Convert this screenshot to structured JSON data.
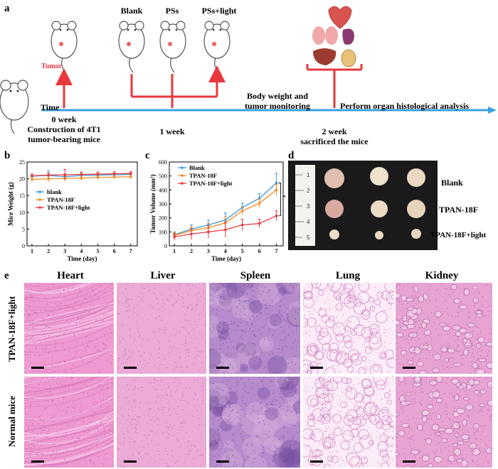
{
  "panel_letters": {
    "a": "a",
    "b": "b",
    "c": "c",
    "d": "d",
    "e": "e"
  },
  "timeline": {
    "tumor": "Tumor",
    "time": "Time",
    "week0": "0 week",
    "construction": "Construction of 4T1",
    "construction2": "tumor-bearing mice",
    "blank": "Blank",
    "pss": "PSs",
    "pss_light": "PSs+light",
    "week1": "1 week",
    "monitor1": "Body weight and",
    "monitor2": "tumor monitoring",
    "histology": "Perform organ histological analysis",
    "week2": "2 week",
    "sacrificed": "sacrificed the mice"
  },
  "photo_labels": [
    "Blank",
    "TPAN-18F",
    "TPAN-18F+light"
  ],
  "histology": {
    "organs": [
      "Heart",
      "Liver",
      "Spleen",
      "Lung",
      "Kidney"
    ],
    "rows": [
      "TPAN-18F+light",
      "Normal mice"
    ]
  },
  "chart_data": [
    {
      "type": "line",
      "xlabel": "Time (day)",
      "ylabel": "Mice Weight (g)",
      "xlim": [
        0.7,
        7.4
      ],
      "ylim": [
        0,
        25
      ],
      "xticks": [
        1,
        2,
        3,
        4,
        5,
        6,
        7
      ],
      "yticks": [
        0,
        5,
        10,
        15,
        20,
        25
      ],
      "legend_position": "center-right",
      "series": [
        {
          "name": "blank",
          "color": "#3a9ad9",
          "x": [
            1,
            2,
            3,
            4,
            5,
            6,
            7
          ],
          "y": [
            20.8,
            21.0,
            20.6,
            21.0,
            21.1,
            21.2,
            21.3
          ],
          "err": [
            0.5,
            1.4,
            0.8,
            0.6,
            0.5,
            0.5,
            0.4
          ]
        },
        {
          "name": "TPAN-18F",
          "color": "#f28c28",
          "x": [
            1,
            2,
            3,
            4,
            5,
            6,
            7
          ],
          "y": [
            19.8,
            20.0,
            20.1,
            20.2,
            20.4,
            20.5,
            20.6
          ],
          "err": [
            0.6,
            0.9,
            0.8,
            0.7,
            0.6,
            0.6,
            0.6
          ]
        },
        {
          "name": "TPAN-18F+light",
          "color": "#e8383d",
          "x": [
            1,
            2,
            3,
            4,
            5,
            6,
            7
          ],
          "y": [
            20.9,
            21.1,
            21.2,
            21.3,
            21.4,
            21.5,
            21.6
          ],
          "err": [
            0.5,
            0.6,
            1.6,
            0.7,
            0.6,
            0.6,
            0.5
          ]
        }
      ]
    },
    {
      "type": "line",
      "xlabel": "Time (day)",
      "ylabel": "Tumor Volume (mm³)",
      "xlim": [
        0.7,
        7.4
      ],
      "ylim": [
        0,
        600
      ],
      "xticks": [
        1,
        2,
        3,
        4,
        5,
        6,
        7
      ],
      "yticks": [
        0,
        100,
        200,
        300,
        400,
        500,
        600
      ],
      "legend_position": "top-left",
      "annotation": "*",
      "series": [
        {
          "name": "Blank",
          "color": "#3a9ad9",
          "x": [
            1,
            2,
            3,
            4,
            5,
            6,
            7
          ],
          "y": [
            80,
            120,
            150,
            185,
            275,
            340,
            450
          ],
          "err": [
            20,
            30,
            35,
            50,
            30,
            35,
            70
          ]
        },
        {
          "name": "TPAN-18F",
          "color": "#f28c28",
          "x": [
            1,
            2,
            3,
            4,
            5,
            6,
            7
          ],
          "y": [
            75,
            110,
            130,
            165,
            250,
            305,
            400
          ],
          "err": [
            20,
            25,
            30,
            45,
            30,
            30,
            40
          ]
        },
        {
          "name": "TPAN-18F+light",
          "color": "#e8383d",
          "x": [
            1,
            2,
            3,
            4,
            5,
            6,
            7
          ],
          "y": [
            65,
            85,
            100,
            115,
            150,
            160,
            215
          ],
          "err": [
            25,
            40,
            45,
            55,
            40,
            30,
            35
          ]
        }
      ]
    }
  ]
}
